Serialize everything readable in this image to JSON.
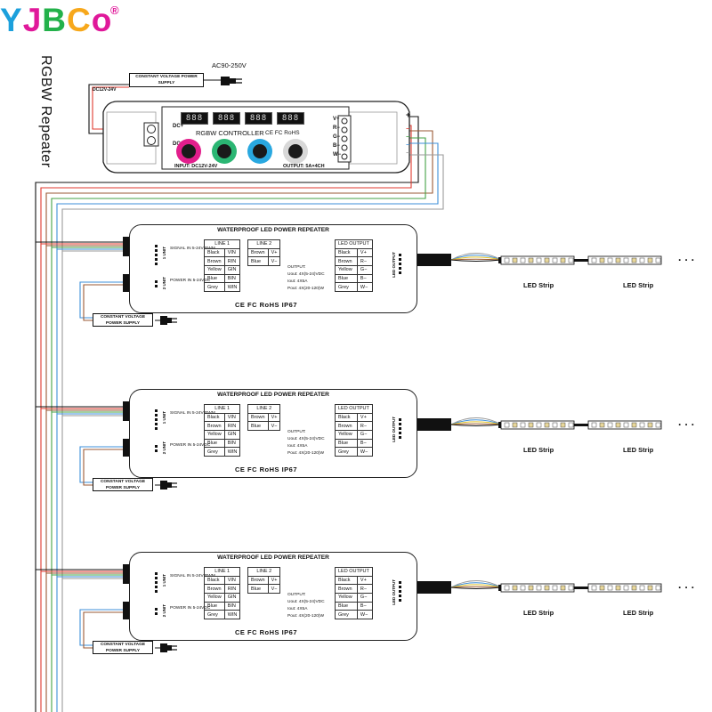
{
  "logo": {
    "text": "YJBCo",
    "reg": "®",
    "letter_colors": [
      "#1ca0dc",
      "#e0189a",
      "#23b14a",
      "#f7a81c",
      "#e0189a"
    ]
  },
  "title": "RGBW Repeater",
  "power_supply_top": {
    "label": "CONSTANT VOLTAGE POWER SUPPLY",
    "ac": "AC90-250V",
    "dc": "DC12V-24V"
  },
  "controller": {
    "title": "RGBW CONTROLLER",
    "cert": "CE FC RoHS",
    "input": "INPUT: DC12V-24V",
    "output": "OUTPUT: 5A×4CH",
    "dc_plus": "DC+",
    "dc_minus": "DC−",
    "channels": [
      "V+",
      "R−",
      "G−",
      "B−",
      "W−"
    ],
    "plus": "+",
    "minus_marks": [
      "−",
      "−",
      "−",
      "−"
    ],
    "knob_colors": [
      "#e21e8c",
      "#2bb673",
      "#29a8e0",
      "#d8d8d8"
    ]
  },
  "repeater": {
    "title": "WATERPROOF LED POWER REPEATER",
    "signal_in": "SIGNAL IN 5-24V PWM",
    "power_in": "POWER IN 5-24VDC",
    "line1_header": "LINE 1",
    "line2_header": "LINE 2",
    "led_output_header": "LED OUTPUT",
    "line1": [
      [
        "Black",
        "VIN"
      ],
      [
        "Brown",
        "RIN"
      ],
      [
        "Yellow",
        "GIN"
      ],
      [
        "Blue",
        "BIN"
      ],
      [
        "Grey",
        "WIN"
      ]
    ],
    "line2": [
      [
        "Brown",
        "V+"
      ],
      [
        "Blue",
        "V−"
      ]
    ],
    "output_rows": [
      [
        "Black",
        "V+"
      ],
      [
        "Brown",
        "R−"
      ],
      [
        "Yellow",
        "G−"
      ],
      [
        "Blue",
        "B−"
      ],
      [
        "Grey",
        "W−"
      ]
    ],
    "output_spec": [
      "OUTPUT:",
      "Uout: 4X(5-24)VDC",
      "Iout: 4X5A",
      "Pout: 4X(20-120)W"
    ],
    "cert": "CE FC RoHS  IP67",
    "unit1": "1 UNIT",
    "unit2": "2 UNIT",
    "side_label": "LED OUTPUT"
  },
  "repeater_power_supply": "CONSTANT VOLTAGE POWER SUPPLY",
  "led_strip_label": "LED Strip",
  "ellipsis": "· · ·",
  "wire_colors": {
    "red": "#e03a2f",
    "green": "#44a245",
    "blue": "#3e8fd8",
    "brown": "#9a5a35",
    "grey": "#9a9a9a",
    "yellow": "#e2c32b",
    "black": "#111111"
  }
}
